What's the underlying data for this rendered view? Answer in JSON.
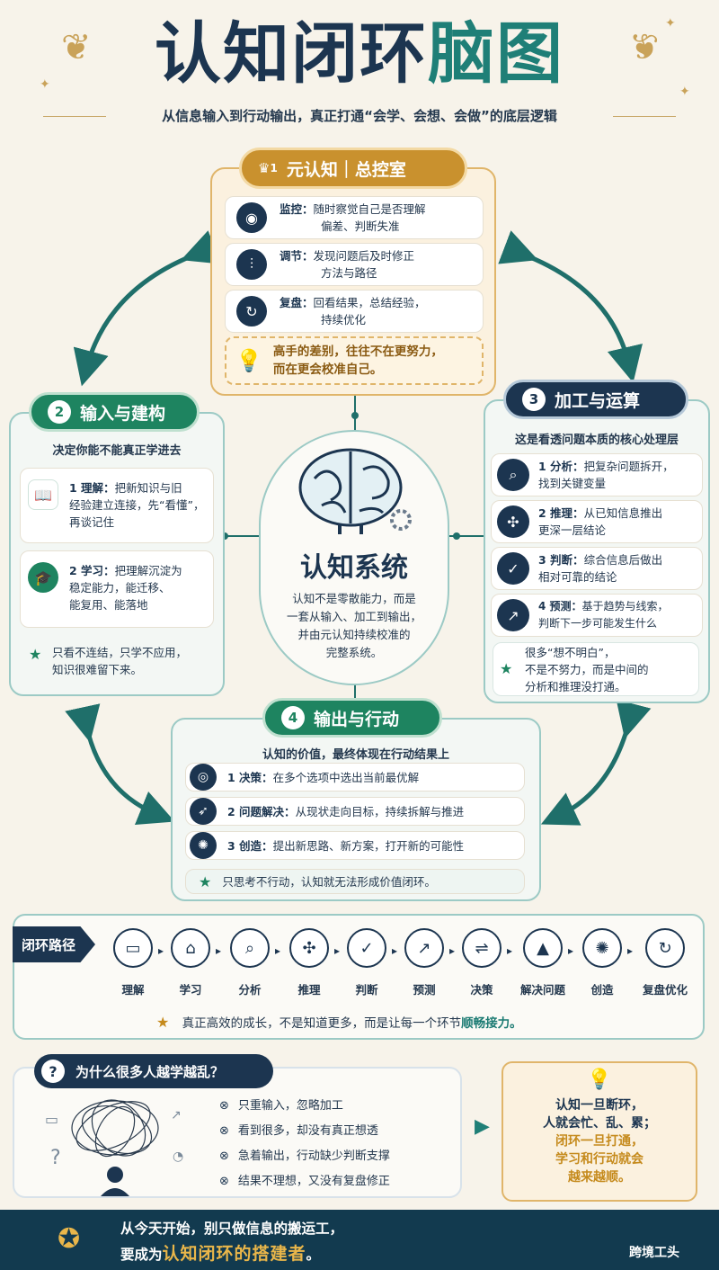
{
  "header": {
    "title_part1": "认知闭环",
    "title_part2": "脑图",
    "subtitle": "从信息输入到行动输出，真正打通“会学、会想、会做”的底层逻辑"
  },
  "meta": {
    "badge_num": "1",
    "title": "元认知｜总控室",
    "rows": [
      {
        "icon": "eye-icon",
        "label": "监控：",
        "text1": "随时察觉自己是否理解",
        "text2": "偏差、判断失准"
      },
      {
        "icon": "sliders-icon",
        "label": "调节：",
        "text1": "发现问题后及时修正",
        "text2": "方法与路径"
      },
      {
        "icon": "refresh-icon",
        "label": "复盘：",
        "text1": "回看结果，总结经验，",
        "text2": "持续优化"
      }
    ],
    "tip1": "高手的差别，往往不在更努力，",
    "tip2": "而在更会校准自己。"
  },
  "input": {
    "num": "2",
    "title": "输入与建构",
    "subtitle": "决定你能不能真正学进去",
    "rows": [
      {
        "label": "1  理解：",
        "text1": "把新知识与旧",
        "text2": "经验建立连接，先“看懂”，",
        "text3": "再谈记住"
      },
      {
        "label": "2  学习：",
        "text1": "把理解沉淀为",
        "text2": "稳定能力，能迁移、",
        "text3": "能复用、能落地"
      }
    ],
    "note1": "只看不连结，只学不应用，",
    "note2": "知识很难留下来。"
  },
  "process": {
    "num": "3",
    "title": "加工与运算",
    "subtitle": "这是看透问题本质的核心处理层",
    "rows": [
      {
        "label": "1  分析：",
        "text1": "把复杂问题拆开，",
        "text2": "找到关键变量"
      },
      {
        "label": "2  推理：",
        "text1": "从已知信息推出",
        "text2": "更深一层结论"
      },
      {
        "label": "3  判断：",
        "text1": "综合信息后做出",
        "text2": "相对可靠的结论"
      },
      {
        "label": "4  预测：",
        "text1": "基于趋势与线索，",
        "text2": "判断下一步可能发生什么"
      }
    ],
    "note1": "很多“想不明白”，",
    "note2": "不是不努力，而是中间的",
    "note3": "分析和推理没打通。"
  },
  "center": {
    "title": "认知系统",
    "d1": "认知不是零散能力，而是",
    "d2": "一套从输入、加工到输出，",
    "d3": "并由元认知持续校准的",
    "d4": "完整系统。"
  },
  "output": {
    "num": "4",
    "title": "输出与行动",
    "subtitle": "认知的价值，最终体现在行动结果上",
    "rows": [
      {
        "label": "1  决策：",
        "text": "在多个选项中选出当前最优解"
      },
      {
        "label": "2  问题解决：",
        "text": "从现状走向目标，持续拆解与推进"
      },
      {
        "label": "3  创造：",
        "text": "提出新思路、新方案，打开新的可能性"
      }
    ],
    "note": "只思考不行动，认知就无法形成价值闭环。"
  },
  "path": {
    "tag": "闭环路径",
    "steps": [
      "理解",
      "学习",
      "分析",
      "推理",
      "判断",
      "预测",
      "决策",
      "解决问题",
      "创造",
      "复盘优化"
    ],
    "note_a": "真正高效的成长，不是知道更多，而是让每一个环节",
    "note_b": "顺畅接力。"
  },
  "why": {
    "title": "为什么很多人越学越乱？",
    "items": [
      "只重输入，忽略加工",
      "看到很多，却没有真正想透",
      "急着输出，行动缺少判断支撑",
      "结果不理想，又没有复盘修正"
    ],
    "c1": "认知一旦断环，",
    "c2": "人就会忙、乱、累；",
    "c3": "闭环一旦打通，",
    "c4": "学习和行动就会",
    "c5": "越来越顺。"
  },
  "footer": {
    "line1": "从今天开始，别只做信息的搬运工，",
    "line2a": "要成为",
    "line2b": "认知闭环的搭建者",
    "line2c": "。",
    "brand": "跨境工头"
  },
  "colors": {
    "navy": "#1c3550",
    "teal": "#1f7f77",
    "green": "#1e8460",
    "gold": "#c9912e",
    "bg": "#f7f3ea"
  }
}
